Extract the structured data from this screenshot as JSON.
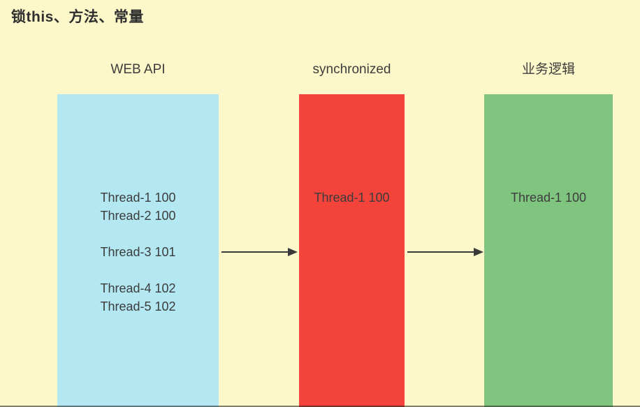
{
  "title": "锁this、方法、常量",
  "columns": [
    {
      "id": "web-api",
      "header": "WEB API",
      "fill_color": "#B3E7F1",
      "groups": [
        [
          "Thread-1 100",
          "Thread-2 100"
        ],
        [
          "Thread-3 101"
        ],
        [
          "Thread-4 102",
          "Thread-5 102"
        ]
      ]
    },
    {
      "id": "synchronized",
      "header": "synchronized",
      "fill_color": "#F4433B",
      "groups": [
        [
          "Thread-1 100"
        ]
      ]
    },
    {
      "id": "business-logic",
      "header": "业务逻辑",
      "fill_color": "#80C57F",
      "groups": [
        [
          "Thread-1 100"
        ]
      ]
    }
  ],
  "arrows": [
    {
      "from": "web-api",
      "to": "synchronized"
    },
    {
      "from": "synchronized",
      "to": "business-logic"
    }
  ],
  "colors": {
    "background": "#FCF8C9",
    "web_api_fill": "#B3E7F1",
    "synchronized_fill": "#F4433B",
    "business_logic_fill": "#80C57F",
    "text": "#3C3C3C",
    "arrow": "#3A3A3A"
  }
}
